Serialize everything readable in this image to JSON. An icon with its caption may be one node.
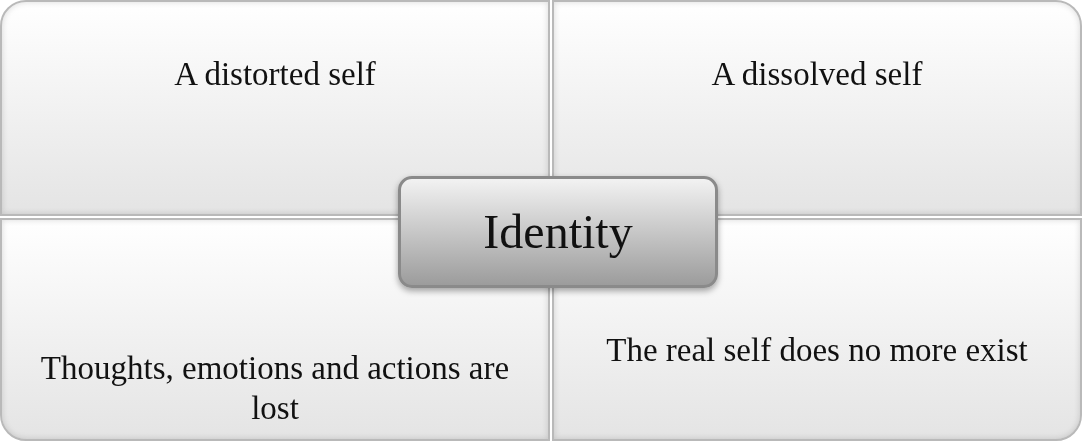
{
  "diagram": {
    "nodes": [
      {
        "text": [
          "A distorted self"
        ]
      },
      {
        "text": [
          "A dissolved self"
        ]
      },
      {
        "text": [
          "Thoughts, emotions and actions are lost"
        ]
      },
      {
        "text": [
          "The real self does no more exist"
        ]
      },
      {
        "text": [
          "Identity"
        ]
      }
    ]
  }
}
